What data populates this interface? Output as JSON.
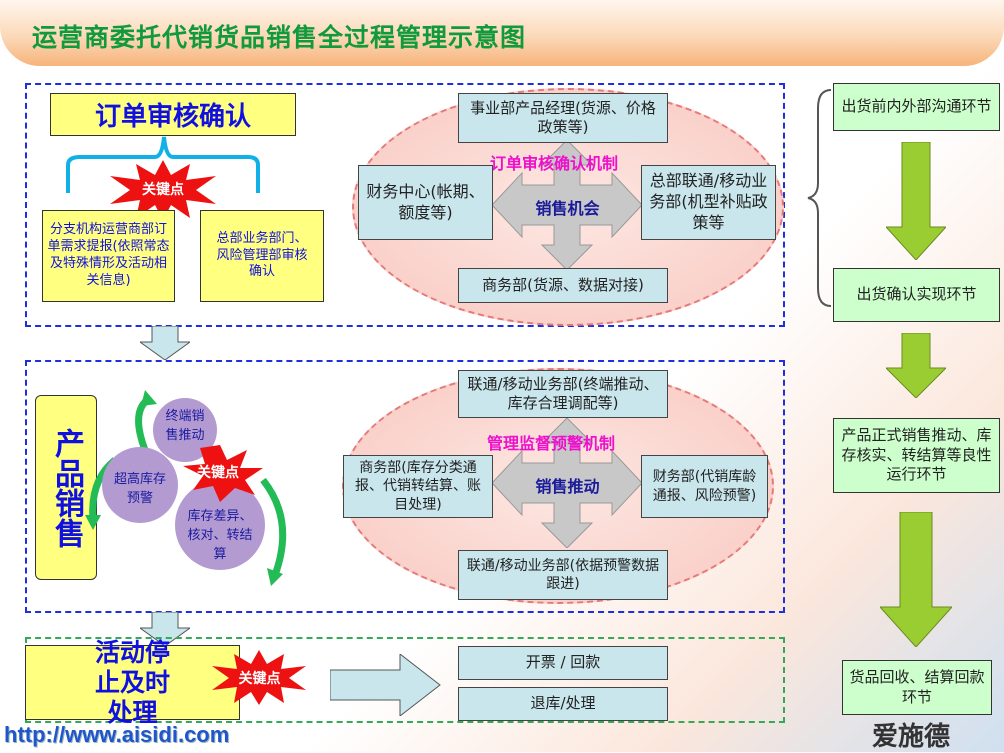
{
  "title": "运营商委托代销货品销售全过程管理示意图",
  "section1": {
    "header": "订单审核确认",
    "keypoint": "关键点",
    "left_box": "分支机构运营商部订单需求提报(依照常态及特殊情形及活动相关信息)",
    "right_box": "总部业务部门、风险管理部审核确认",
    "mechanism": "订单审核确认机制",
    "center": "销售机会",
    "top": "事业部产品经理(货源、价格政策等)",
    "left": "财务中心(帐期、额度等)",
    "right": "总部联通/移动业务部(机型补贴政策等",
    "bottom": "商务部(货源、数据对接)"
  },
  "section2": {
    "header": "产品销售",
    "gears": [
      "终端销售推动",
      "超高库存预警",
      "库存差异、核对、转结算"
    ],
    "keypoint": "关键点",
    "mechanism": "管理监督预警机制",
    "center": "销售推动",
    "top": "联通/移动业务部(终端推动、库存合理调配等)",
    "left": "商务部(库存分类通报、代销转结算、账目处理)",
    "right": "财务部(代销库龄通报、风险预警)",
    "bottom": "联通/移动业务部(依据预警数据跟进)"
  },
  "section3": {
    "header": "活动停止及时处理",
    "keypoint": "关键点",
    "items": [
      "开票 / 回款",
      "退库/处理"
    ]
  },
  "stages": [
    "出货前内外部沟通环节",
    "出货确认实现环节",
    "产品正式销售推动、库存核实、转结算等良性运行环节",
    "货品回收、结算回款环节"
  ],
  "footer": {
    "url": "http://www.aisidi.com",
    "logo": "爱施德"
  }
}
